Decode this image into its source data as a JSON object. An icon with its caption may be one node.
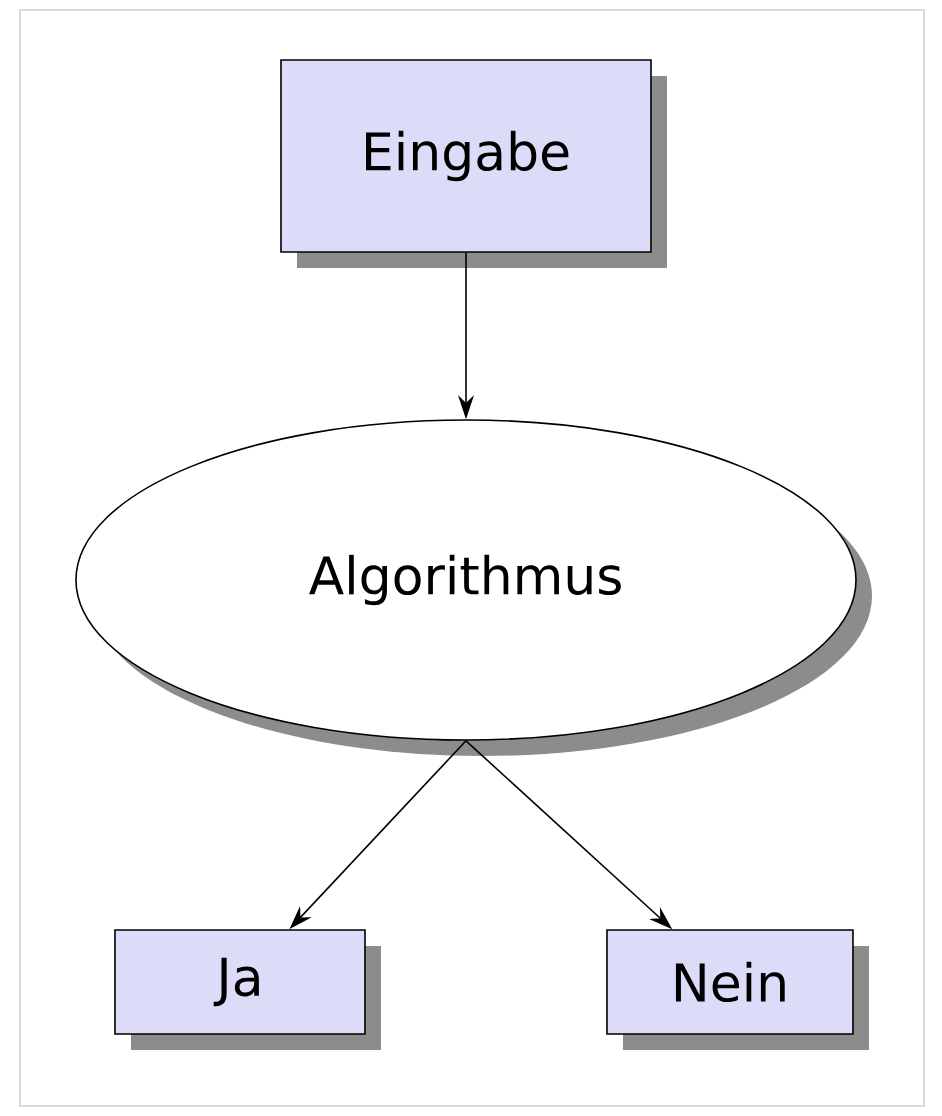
{
  "diagram": {
    "nodes": [
      {
        "text": [
          "Eingabe"
        ]
      },
      {
        "text": [
          "Algorithmus"
        ]
      },
      {
        "text": [
          "Ja"
        ]
      },
      {
        "text": [
          "Nein"
        ]
      }
    ],
    "edges": [
      {
        "from": 0,
        "to": 1,
        "arrow": "to"
      },
      {
        "from": 1,
        "to": 2,
        "arrow": "to"
      },
      {
        "from": 1,
        "to": 3,
        "arrow": "to"
      }
    ]
  }
}
